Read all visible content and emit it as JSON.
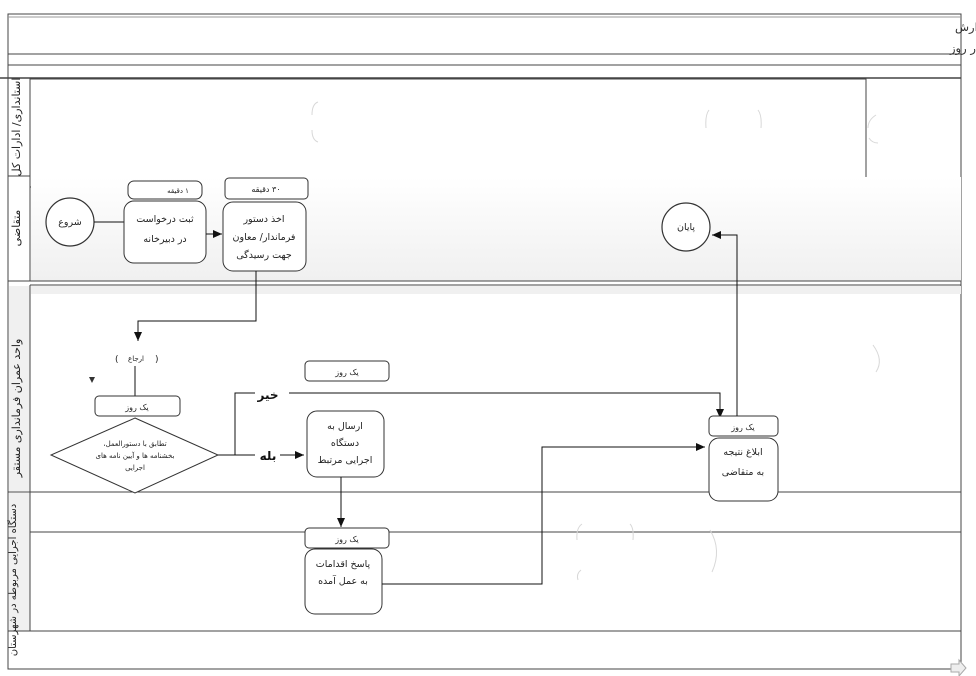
{
  "header": {
    "service_title": "عنوان خدمت : ثبت گزارش مخاطرات و خسارت ناشی از وقوع حوادث غیر مترقبه -گزارش",
    "service_duration": "کل مدت فرآیند خدمت : چهار روز"
  },
  "lanes": [
    {
      "label": "استانداری/ ادارات کل"
    },
    {
      "label": "متقاضی"
    },
    {
      "label": "واحد عمران فرمانداری مستقر"
    },
    {
      "label": "دستگاه اجرایی مربوطه در شهرستان"
    }
  ],
  "nodes": {
    "start": {
      "label": "شروع"
    },
    "end": {
      "label": "پایان"
    },
    "register": {
      "duration": "۱ دقیقه",
      "lines": [
        "ثبت درخواست",
        "در دبیرخانه"
      ]
    },
    "order": {
      "duration": "۳۰ دقیقه",
      "lines": [
        "اخذ دستور",
        "فرماندار/ معاون",
        "جهت رسیدگی"
      ]
    },
    "refer": {
      "label": "ارجاع"
    },
    "check": {
      "duration": "یک روز",
      "lines": [
        "تطابق با دستورالعمل،",
        "بخشنامه ها و آیین نامه های",
        "اجرایی"
      ]
    },
    "send": {
      "duration": "یک روز",
      "lines": [
        "ارسال به",
        "دستگاه",
        "اجرایی مرتبط"
      ]
    },
    "respond": {
      "duration": "یک روز",
      "lines": [
        "پاسخ اقدامات",
        "به عمل آمده"
      ]
    },
    "notify": {
      "duration": "یک روز",
      "lines": [
        "ابلاغ نتیجه",
        "به متقاضی"
      ]
    }
  },
  "decision": {
    "no_label": "خیر",
    "yes_label": "بله"
  }
}
